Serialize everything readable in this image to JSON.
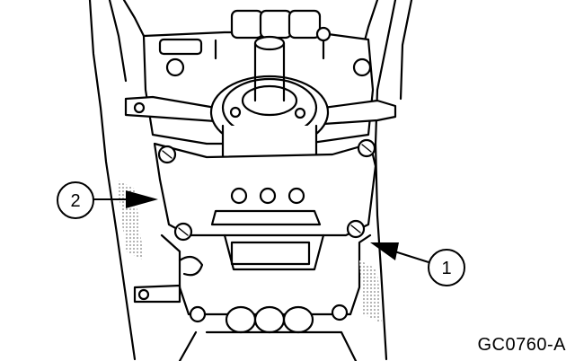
{
  "diagram": {
    "callouts": [
      {
        "id": "callout-2",
        "label": "2"
      },
      {
        "id": "callout-1",
        "label": "1"
      }
    ],
    "figure_id": "GC0760-A"
  },
  "colors": {
    "ink": "#000000",
    "paper": "#ffffff"
  }
}
